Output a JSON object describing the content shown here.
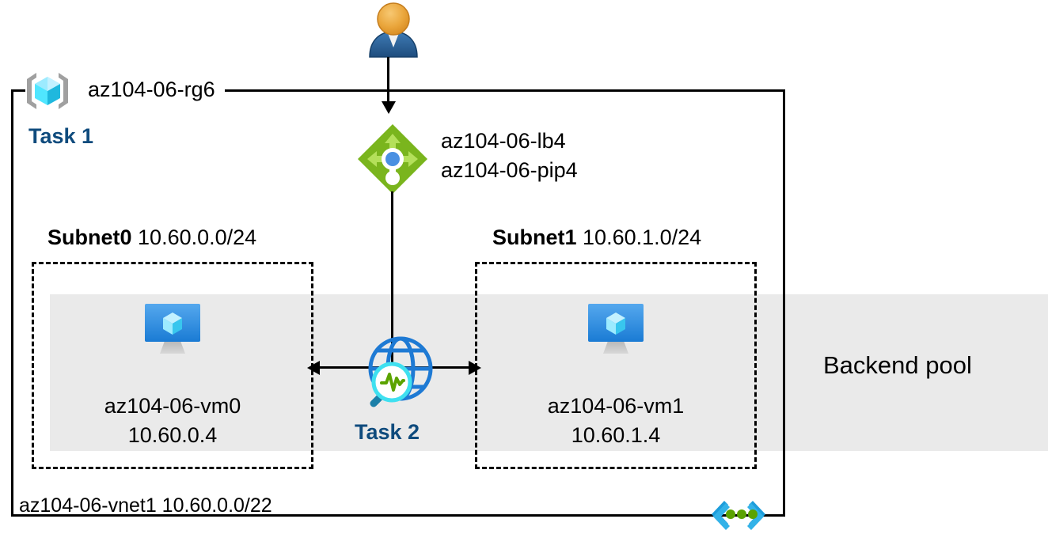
{
  "diagram": {
    "title": "Azure load balancer architecture diagram",
    "resource_group": {
      "name": "az104-06-rg6",
      "icon": "resource-group-icon",
      "task_label": "Task 1"
    },
    "user": {
      "icon": "user-icon"
    },
    "load_balancer": {
      "icon": "load-balancer-icon",
      "name": "az104-06-lb4",
      "public_ip": "az104-06-pip4"
    },
    "subnets": [
      {
        "name": "Subnet0",
        "cidr": "10.60.0.0/24",
        "vm": {
          "icon": "virtual-machine-icon",
          "name": "az104-06-vm0",
          "ip": "10.60.0.4"
        }
      },
      {
        "name": "Subnet1",
        "cidr": "10.60.1.0/24",
        "vm": {
          "icon": "virtual-machine-icon",
          "name": "az104-06-vm1",
          "ip": "10.60.1.4"
        }
      }
    ],
    "network_watcher": {
      "icon": "network-watcher-icon",
      "task_label": "Task 2"
    },
    "backend_pool": {
      "label": "Backend pool"
    },
    "vnet": {
      "icon": "virtual-network-icon",
      "label": "az104-06-vnet1 10.60.0.0/22"
    },
    "colors": {
      "task_text": "#0f4b7d",
      "backend_band": "#eaeaea",
      "load_balancer_green": "#7ab51d",
      "vm_blue": "#2e8de4",
      "globe_blue": "#1e7ad4",
      "vnet_cyan": "#32b2e8",
      "vnet_green": "#5ba300",
      "user_orange": "#e8a33d",
      "user_body_blue": "#2c5d8f",
      "rg_cube_cyan": "#50e6ff"
    }
  }
}
